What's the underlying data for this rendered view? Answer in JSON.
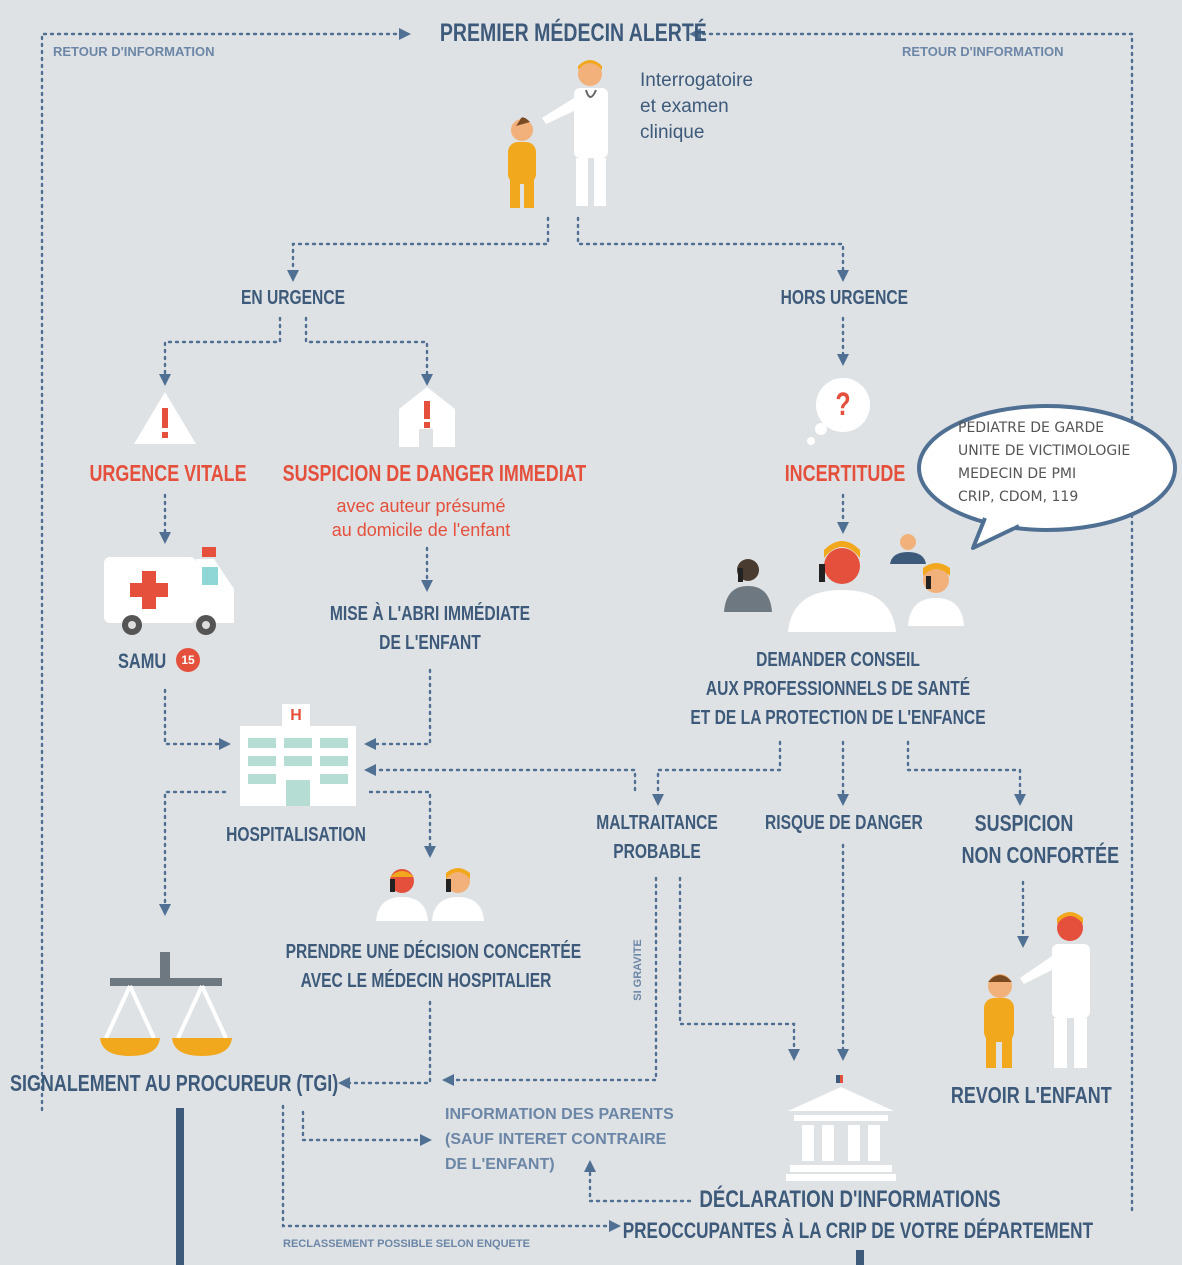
{
  "top": {
    "title": "PREMIER MÉDECIN ALERTÉ",
    "retour_left": "RETOUR D'INFORMATION",
    "retour_right": "RETOUR D'INFORMATION"
  },
  "exam": [
    "Interrogatoire",
    "et examen",
    "clinique"
  ],
  "urgence": {
    "label": "EN URGENCE",
    "vitale": "URGENCE VITALE",
    "danger_title": "SUSPICION DE DANGER IMMEDIAT",
    "danger_sub": [
      "avec auteur présumé",
      "au domicile de l'enfant"
    ],
    "samu": "SAMU",
    "samu_num": "15",
    "abri": [
      "MISE À L'ABRI IMMÉDIATE",
      "DE L'ENFANT"
    ],
    "hospi": "HOSPITALISATION",
    "hospi_sign": "H",
    "decision": [
      "PRENDRE UNE DÉCISION CONCERTÉE",
      "AVEC LE MÉDECIN HOSPITALIER"
    ]
  },
  "hors": {
    "label": "HORS URGENCE",
    "question": "?",
    "incertitude": "INCERTITUDE",
    "bubble": [
      "PEDIATRE DE GARDE",
      "UNITE DE VICTIMOLOGIE",
      "MEDECIN DE PMI",
      "CRIP, CDOM, 119"
    ],
    "conseil": [
      "DEMANDER CONSEIL",
      "AUX PROFESSIONNELS DE SANTÉ",
      "ET DE LA PROTECTION DE L'ENFANCE"
    ],
    "maltraitance": [
      "MALTRAITANCE",
      "PROBABLE"
    ],
    "risque": "RISQUE DE DANGER",
    "suspicion": [
      "SUSPICION",
      "NON CONFORTÉE"
    ],
    "si_gravite": "SI GRAVITE",
    "revoir": "REVOIR L'ENFANT"
  },
  "bottom": {
    "signalement": "SIGNALEMENT AU PROCUREUR (TGI)",
    "info_parents": [
      "INFORMATION DES PARENTS",
      "(SAUF INTERET CONTRAIRE",
      "DE L'ENFANT)"
    ],
    "declaration": [
      "DÉCLARATION D'INFORMATIONS",
      "PREOCCUPANTES À LA CRIP DE VOTRE DÉPARTEMENT"
    ],
    "reclassement": "RECLASSEMENT POSSIBLE SELON ENQUETE"
  },
  "colors": {
    "background": "#dfe2e5",
    "navy": "#3d5a7a",
    "red": "#e4503c",
    "orange": "#f2a81d",
    "link": "#6b86a6"
  }
}
